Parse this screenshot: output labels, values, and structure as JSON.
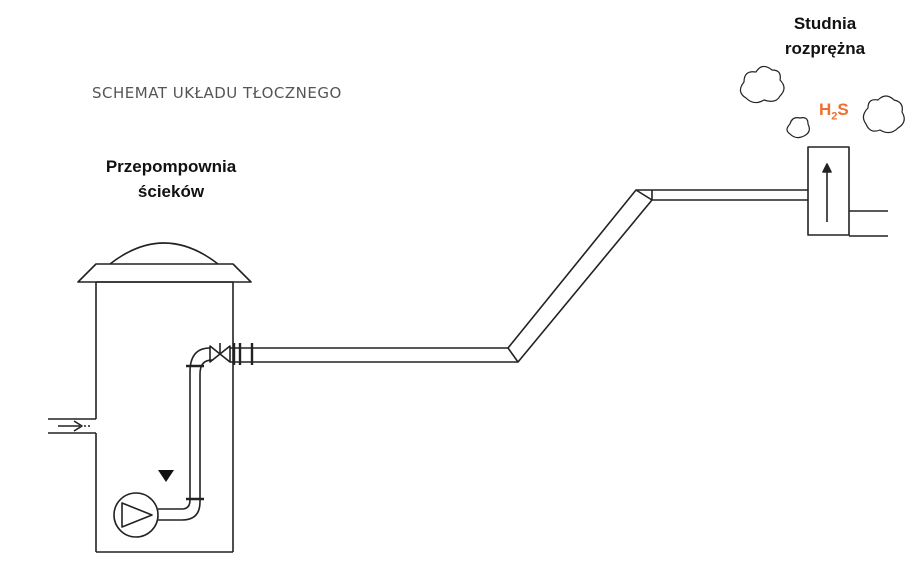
{
  "diagram": {
    "title": "SCHEMAT UKŁADU TŁOCZNEGO",
    "pump_station": {
      "line1": "Przepompownia",
      "line2": "ścieków"
    },
    "relief_well": {
      "line1": "Studnia",
      "line2": "rozprężna"
    },
    "gas": {
      "main": "H",
      "sub": "2",
      "tail": "S"
    },
    "colors": {
      "gas_label": "#ee7030",
      "line": "#222222",
      "title": "#555555"
    },
    "icons": [
      "pump-icon",
      "water-level-icon",
      "inflow-arrow-icon",
      "flow-arrow-icon",
      "cloud-icon",
      "valve-icon"
    ]
  }
}
